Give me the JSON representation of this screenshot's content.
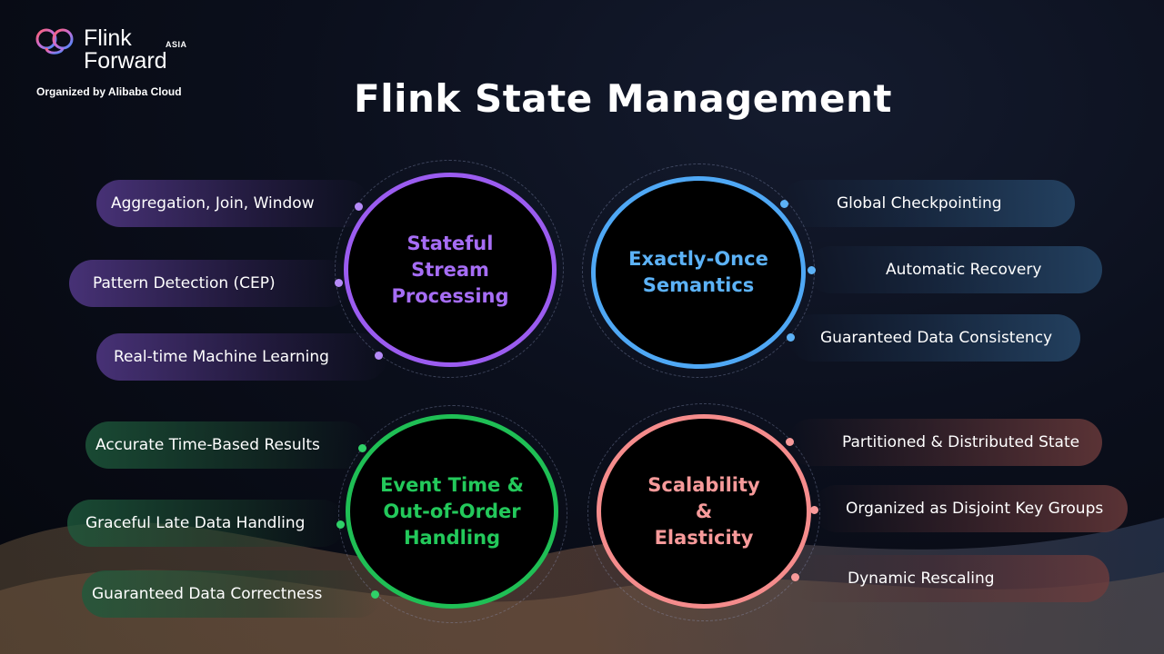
{
  "logo": {
    "line1": "Flink",
    "line2": "Forward",
    "badge": "ASIA",
    "organized": "Organized by Alibaba Cloud"
  },
  "title": "Flink State Management",
  "colors": {
    "purple": "#9b5cf0",
    "blue": "#4fa8f5",
    "green": "#1fbf55",
    "pink": "#f58c8c"
  },
  "quadrants": {
    "stateful": {
      "label": "Stateful\nStream\nProcessing",
      "items": [
        "Aggregation, Join, Window",
        "Pattern Detection (CEP)",
        "Real-time Machine Learning"
      ]
    },
    "exactly_once": {
      "label": "Exactly-Once\nSemantics",
      "items": [
        "Global Checkpointing",
        "Automatic Recovery",
        "Guaranteed Data Consistency"
      ]
    },
    "event_time": {
      "label": "Event Time &\nOut-of-Order\nHandling",
      "items": [
        "Accurate Time-Based Results",
        "Graceful Late Data Handling",
        "Guaranteed Data Correctness"
      ]
    },
    "scalability": {
      "label": "Scalability\n&\nElasticity",
      "items": [
        "Partitioned & Distributed State",
        "Organized as Disjoint Key Groups",
        "Dynamic Rescaling"
      ]
    }
  }
}
